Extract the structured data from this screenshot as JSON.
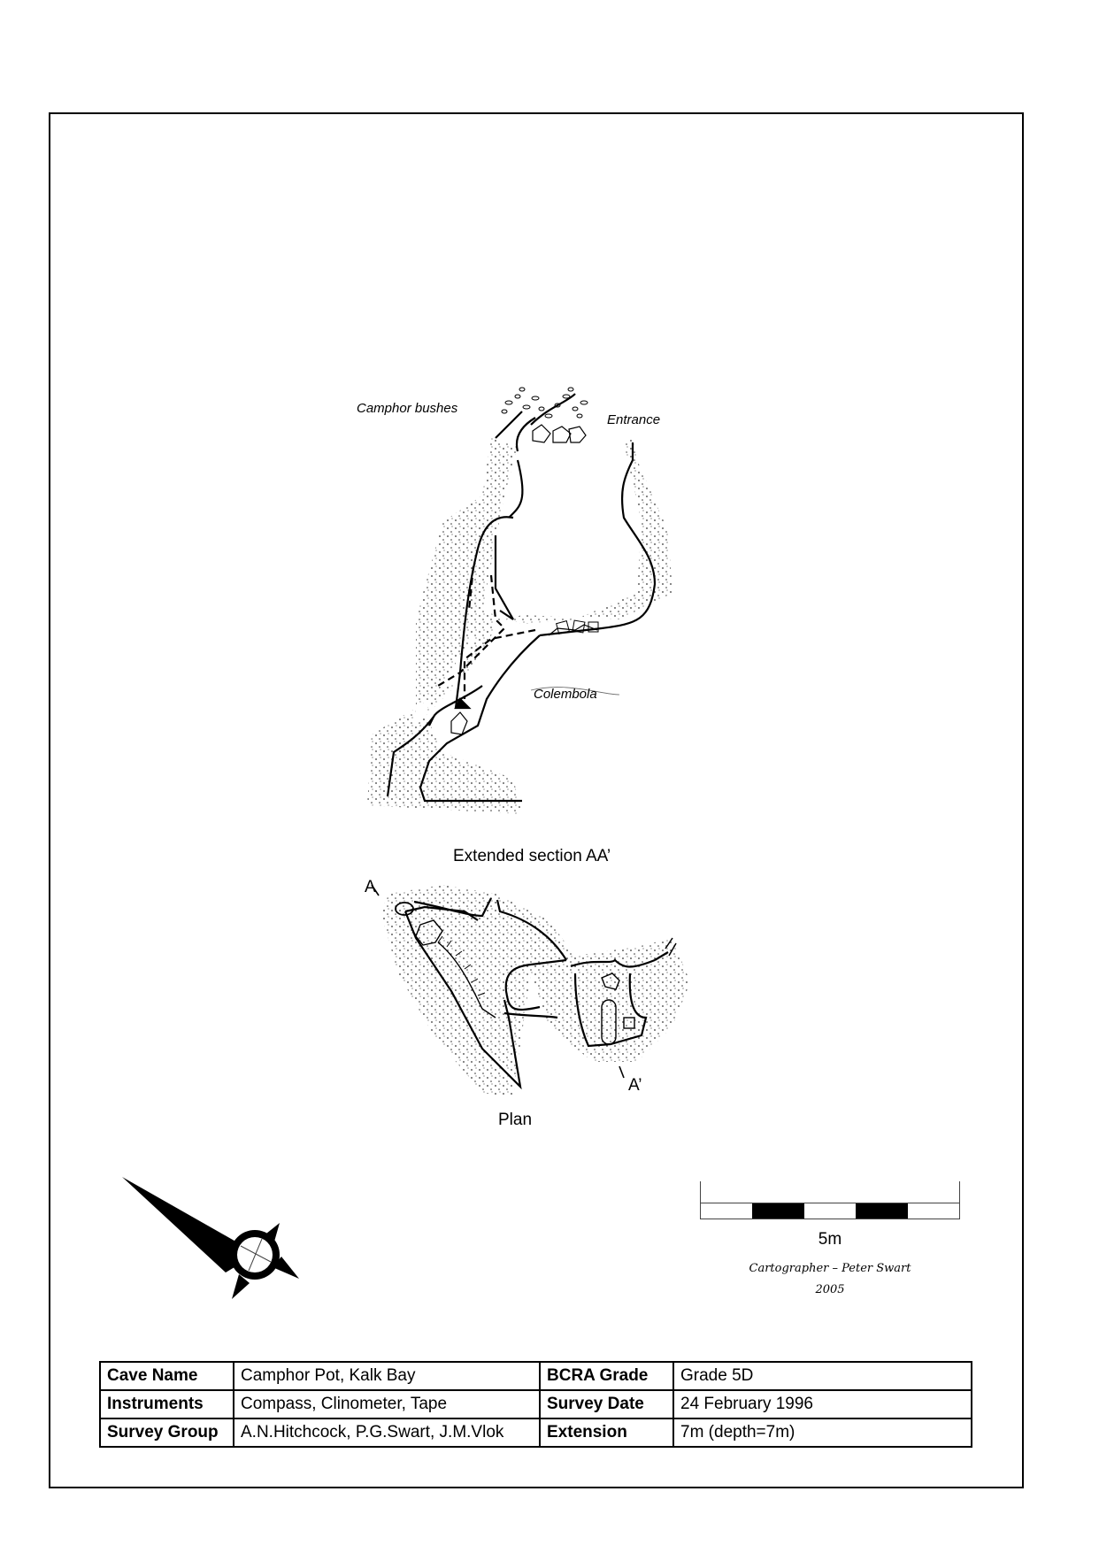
{
  "map": {
    "title": "Camphor Pot, Kalk Bay",
    "section": {
      "caption": "Extended section AA’",
      "labels": {
        "camphor_bushes": "Camphor bushes",
        "entrance": "Entrance",
        "colembola": "Colembola"
      }
    },
    "plan": {
      "caption": "Plan",
      "marker_a": "A",
      "marker_a_prime": "A’"
    },
    "north_arrow": "north-arrow-icon",
    "scale_bar": {
      "label": "5m",
      "segments": [
        "white",
        "black",
        "white",
        "black",
        "white"
      ]
    },
    "credits": {
      "cartographer": "Cartographer – Peter Swart",
      "year": "2005"
    }
  },
  "info_table": {
    "rows": [
      {
        "k1": "Cave Name",
        "v1": "Camphor Pot, Kalk Bay",
        "k2": "BCRA Grade",
        "v2": "Grade 5D"
      },
      {
        "k1": "Instruments",
        "v1": "Compass, Clinometer, Tape",
        "k2": "Survey Date",
        "v2": "24 February 1996"
      },
      {
        "k1": "Survey Group",
        "v1": "A.N.Hitchcock, P.G.Swart, J.M.Vlok",
        "k2": "Extension",
        "v2": "7m (depth=7m)"
      }
    ]
  }
}
